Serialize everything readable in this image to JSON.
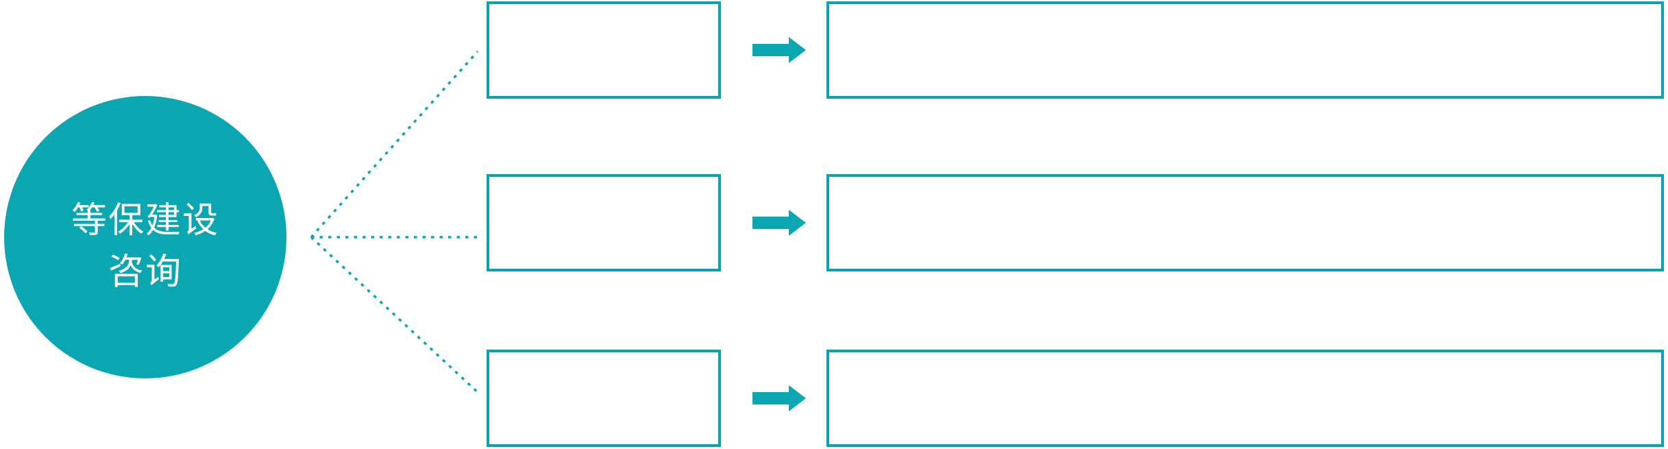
{
  "diagram": {
    "type": "radial-branch-list",
    "circle": {
      "label_lines": [
        "等保建设",
        "咨询"
      ]
    },
    "rows": [
      {
        "category_box_text": "",
        "description_box_text": ""
      },
      {
        "category_box_text": "",
        "description_box_text": ""
      },
      {
        "category_box_text": "",
        "description_box_text": ""
      }
    ],
    "icons": {
      "arrow": "right-arrow-icon",
      "connector": "dotted-branch-lines"
    },
    "colors": {
      "accent": "#0aa7b3",
      "box_border": "#09a2ae",
      "circle_text": "#ffffff",
      "background": "#ffffff"
    }
  }
}
